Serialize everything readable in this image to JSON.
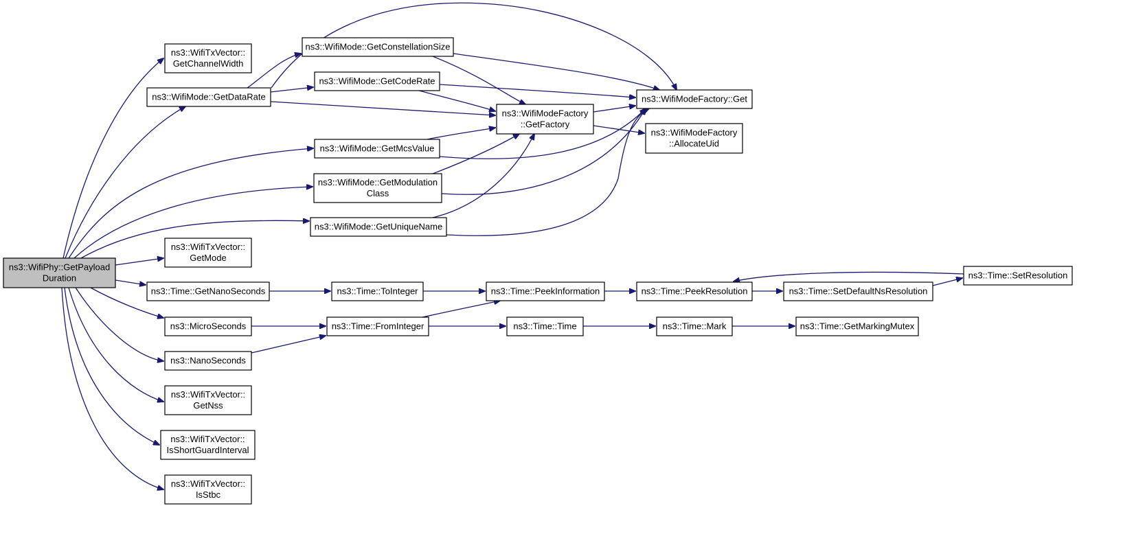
{
  "graph": {
    "edge_color": "#191970",
    "root_fill": "#bfbfbf",
    "nodes": [
      {
        "id": "root",
        "lines": [
          "ns3::WifiPhy::GetPayload",
          "Duration"
        ],
        "root": true
      },
      {
        "id": "getChannelWidth",
        "lines": [
          "ns3::WifiTxVector::",
          "GetChannelWidth"
        ]
      },
      {
        "id": "getDataRate",
        "lines": [
          "ns3::WifiMode::GetDataRate"
        ]
      },
      {
        "id": "getConstellationSize",
        "lines": [
          "ns3::WifiMode::GetConstellationSize"
        ]
      },
      {
        "id": "getCodeRate",
        "lines": [
          "ns3::WifiMode::GetCodeRate"
        ]
      },
      {
        "id": "getFactory",
        "lines": [
          "ns3::WifiModeFactory",
          "::GetFactory"
        ]
      },
      {
        "id": "factoryGet",
        "lines": [
          "ns3::WifiModeFactory::Get"
        ]
      },
      {
        "id": "allocateUid",
        "lines": [
          "ns3::WifiModeFactory",
          "::AllocateUid"
        ]
      },
      {
        "id": "getMcsValue",
        "lines": [
          "ns3::WifiMode::GetMcsValue"
        ]
      },
      {
        "id": "getModulationClass",
        "lines": [
          "ns3::WifiMode::GetModulation",
          "Class"
        ]
      },
      {
        "id": "getUniqueName",
        "lines": [
          "ns3::WifiMode::GetUniqueName"
        ]
      },
      {
        "id": "getMode",
        "lines": [
          "ns3::WifiTxVector::",
          "GetMode"
        ]
      },
      {
        "id": "getNanoSeconds",
        "lines": [
          "ns3::Time::GetNanoSeconds"
        ]
      },
      {
        "id": "toInteger",
        "lines": [
          "ns3::Time::ToInteger"
        ]
      },
      {
        "id": "peekInformation",
        "lines": [
          "ns3::Time::PeekInformation"
        ]
      },
      {
        "id": "peekResolution",
        "lines": [
          "ns3::Time::PeekResolution"
        ]
      },
      {
        "id": "setDefaultNsResolution",
        "lines": [
          "ns3::Time::SetDefaultNsResolution"
        ]
      },
      {
        "id": "setResolution",
        "lines": [
          "ns3::Time::SetResolution"
        ]
      },
      {
        "id": "microSeconds",
        "lines": [
          "ns3::MicroSeconds"
        ]
      },
      {
        "id": "fromInteger",
        "lines": [
          "ns3::Time::FromInteger"
        ]
      },
      {
        "id": "timeTime",
        "lines": [
          "ns3::Time::Time"
        ]
      },
      {
        "id": "timeMark",
        "lines": [
          "ns3::Time::Mark"
        ]
      },
      {
        "id": "getMarkingMutex",
        "lines": [
          "ns3::Time::GetMarkingMutex"
        ]
      },
      {
        "id": "nanoSeconds",
        "lines": [
          "ns3::NanoSeconds"
        ]
      },
      {
        "id": "getNss",
        "lines": [
          "ns3::WifiTxVector::",
          "GetNss"
        ]
      },
      {
        "id": "isShortGuardInterval",
        "lines": [
          "ns3::WifiTxVector::",
          "IsShortGuardInterval"
        ]
      },
      {
        "id": "isStbc",
        "lines": [
          "ns3::WifiTxVector::",
          "IsStbc"
        ]
      }
    ],
    "edges": [
      [
        "root",
        "getChannelWidth"
      ],
      [
        "root",
        "getDataRate"
      ],
      [
        "root",
        "getMcsValue"
      ],
      [
        "root",
        "getModulationClass"
      ],
      [
        "root",
        "getUniqueName"
      ],
      [
        "root",
        "getMode"
      ],
      [
        "root",
        "getNanoSeconds"
      ],
      [
        "root",
        "microSeconds"
      ],
      [
        "root",
        "nanoSeconds"
      ],
      [
        "root",
        "getNss"
      ],
      [
        "root",
        "isShortGuardInterval"
      ],
      [
        "root",
        "isStbc"
      ],
      [
        "getDataRate",
        "getConstellationSize"
      ],
      [
        "getDataRate",
        "getCodeRate"
      ],
      [
        "getDataRate",
        "getFactory"
      ],
      [
        "getDataRate",
        "factoryGet"
      ],
      [
        "getConstellationSize",
        "getFactory"
      ],
      [
        "getConstellationSize",
        "factoryGet"
      ],
      [
        "getCodeRate",
        "getFactory"
      ],
      [
        "getCodeRate",
        "factoryGet"
      ],
      [
        "getFactory",
        "factoryGet"
      ],
      [
        "getFactory",
        "allocateUid"
      ],
      [
        "getMcsValue",
        "getFactory"
      ],
      [
        "getMcsValue",
        "factoryGet"
      ],
      [
        "getModulationClass",
        "getFactory"
      ],
      [
        "getModulationClass",
        "factoryGet"
      ],
      [
        "getUniqueName",
        "getFactory"
      ],
      [
        "getUniqueName",
        "factoryGet"
      ],
      [
        "getNanoSeconds",
        "toInteger"
      ],
      [
        "toInteger",
        "peekInformation"
      ],
      [
        "peekInformation",
        "peekResolution"
      ],
      [
        "peekResolution",
        "setDefaultNsResolution"
      ],
      [
        "setDefaultNsResolution",
        "setResolution"
      ],
      [
        "setResolution",
        "peekResolution"
      ],
      [
        "microSeconds",
        "fromInteger"
      ],
      [
        "nanoSeconds",
        "fromInteger"
      ],
      [
        "fromInteger",
        "peekInformation"
      ],
      [
        "fromInteger",
        "timeTime"
      ],
      [
        "timeTime",
        "timeMark"
      ],
      [
        "timeMark",
        "getMarkingMutex"
      ]
    ]
  }
}
